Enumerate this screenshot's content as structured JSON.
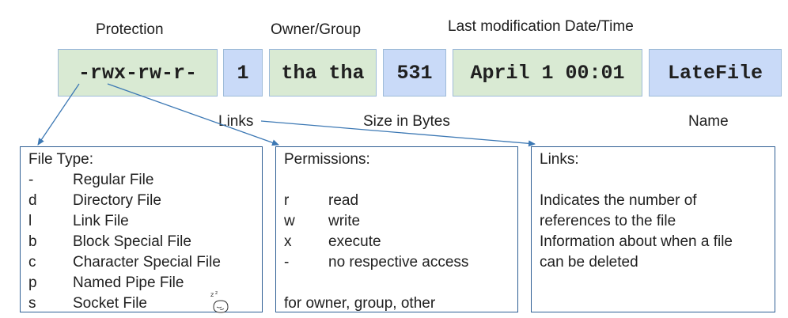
{
  "labels": {
    "protection": "Protection",
    "owner_group": "Owner/Group",
    "last_mod": "Last modification Date/Time",
    "links": "Links",
    "size": "Size in Bytes",
    "name": "Name"
  },
  "cells": {
    "perm": "-rwx-rw-r-",
    "links": "1",
    "owner": "tha tha",
    "size": "531",
    "date": "April 1 00:01",
    "name": "LateFile"
  },
  "panels": {
    "file_type": {
      "title": "File Type:",
      "rows": [
        {
          "k": "-",
          "v": "Regular File"
        },
        {
          "k": "d",
          "v": "Directory File"
        },
        {
          "k": "l",
          "v": "Link File"
        },
        {
          "k": "b",
          "v": "Block Special File"
        },
        {
          "k": "c",
          "v": "Character Special File"
        },
        {
          "k": "p",
          "v": "Named Pipe File"
        },
        {
          "k": "s",
          "v": "Socket File"
        }
      ]
    },
    "permissions": {
      "title": "Permissions:",
      "rows": [
        {
          "k": "r",
          "v": "read"
        },
        {
          "k": "w",
          "v": "write"
        },
        {
          "k": "x",
          "v": "execute"
        },
        {
          "k": "-",
          "v": "no respective access"
        }
      ],
      "footer": "for owner, group, other"
    },
    "links": {
      "title": "Links:",
      "lines": [
        "Indicates the number of",
        "references to the file",
        "Information about when a file",
        "can be deleted"
      ]
    }
  },
  "colors": {
    "green_fill": "#d9ead3",
    "blue_fill": "#c9daf8",
    "arrow": "#3c78b4",
    "panel_border": "#2f5f94"
  }
}
